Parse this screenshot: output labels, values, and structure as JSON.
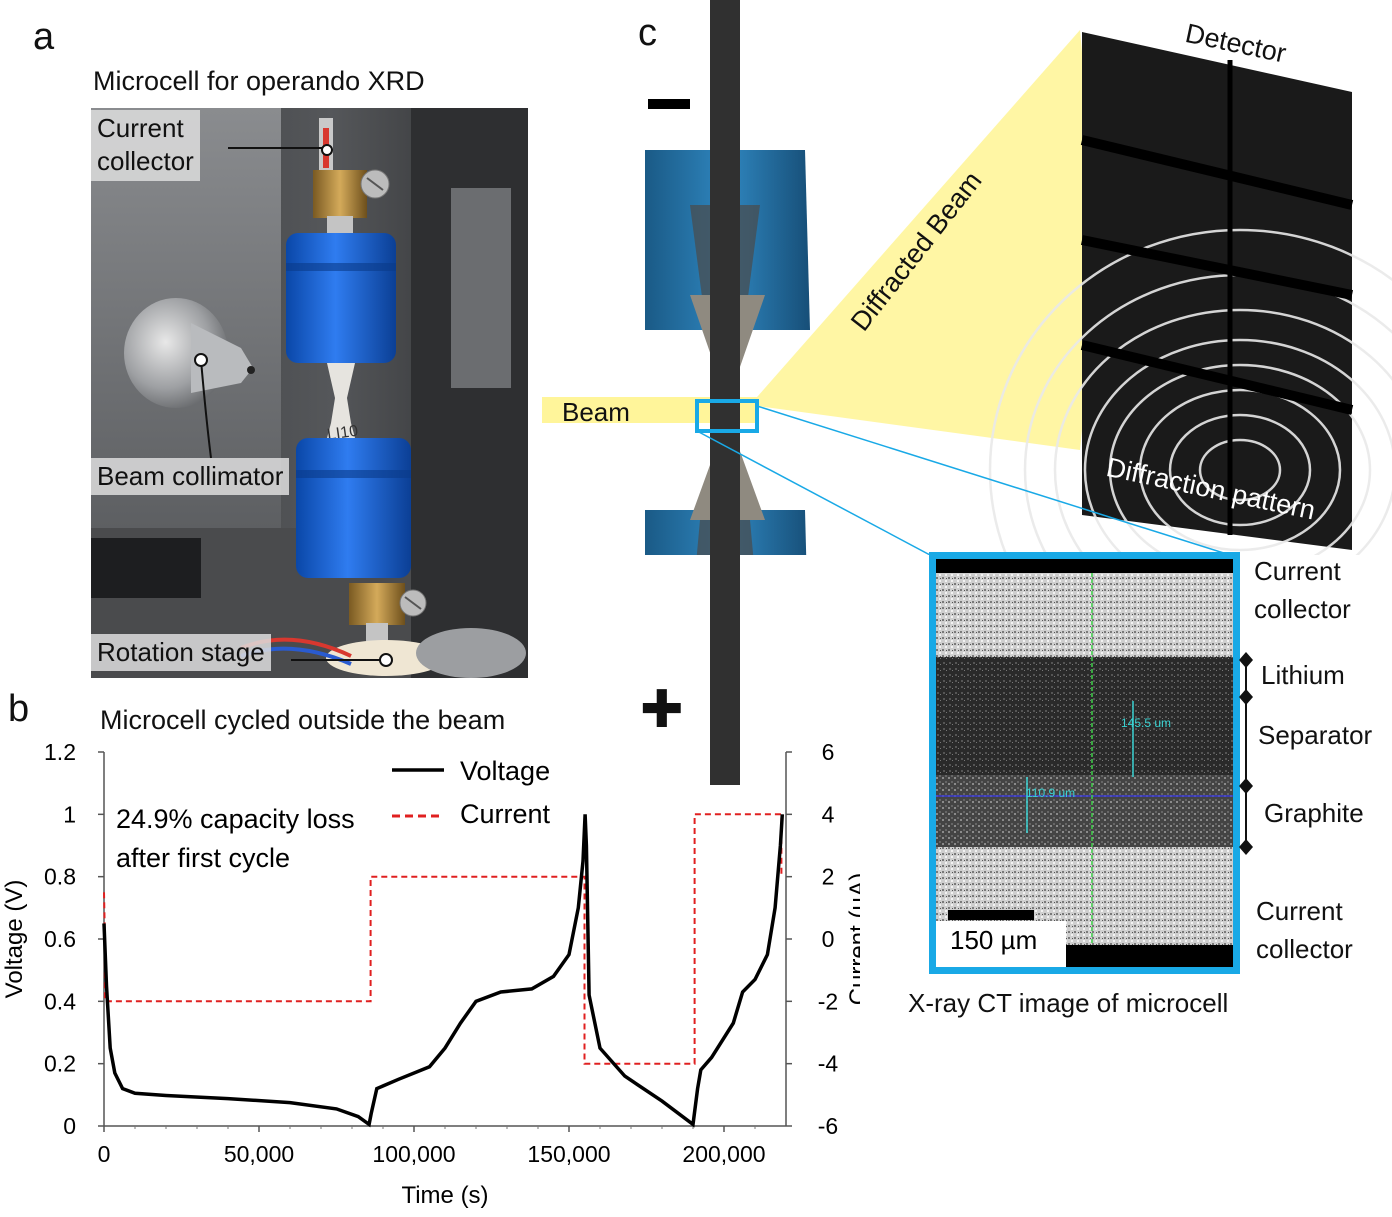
{
  "panel_a": {
    "letter": "a",
    "caption": "Microcell for operando XRD",
    "labels": {
      "current_collector_1": "Current",
      "current_collector_2": "collector",
      "beam_collimator": "Beam collimator",
      "rotation_stage": "Rotation stage"
    }
  },
  "panel_b": {
    "letter": "b",
    "caption": "Microcell cycled outside the beam",
    "annotation_1": "24.9% capacity loss",
    "annotation_2": "after first cycle",
    "legend": {
      "voltage": "Voltage",
      "current": "Current"
    },
    "colors": {
      "voltage": "#000000",
      "current": "#e02020"
    },
    "axes": {
      "x_label": "Time (s)",
      "y_left_label": "Voltage (V)",
      "y_right_label": "Current (µA)",
      "x_ticks": [
        "0",
        "50,000",
        "100,000",
        "150,000",
        "200,000"
      ],
      "y_left_ticks": [
        "0",
        "0.2",
        "0.4",
        "0.6",
        "0.8",
        "1",
        "1.2"
      ],
      "y_right_ticks": [
        "-6",
        "-4",
        "-2",
        "0",
        "2",
        "4",
        "6"
      ]
    }
  },
  "panel_c": {
    "letter": "c",
    "minus": "−",
    "plus": "✚",
    "beam": "Beam",
    "diffracted_beam": "Diffracted Beam",
    "detector": "Detector",
    "diffraction_pattern": "Diffraction pattern",
    "ct_caption": "X-ray CT image of microcell",
    "ct_scale_bar": "150 µm",
    "ct_measure_1": "145.5 um",
    "ct_measure_2": "110.9 um",
    "ct_labels": {
      "top_cc_1": "Current",
      "top_cc_2": "collector",
      "lithium": "Lithium",
      "separator": "Separator",
      "graphite": "Graphite",
      "bottom_cc_1": "Current",
      "bottom_cc_2": "collector"
    }
  },
  "chart_data": {
    "type": "line",
    "title": "Microcell cycled outside the beam",
    "xlabel": "Time (s)",
    "ylabel": "Voltage (V)",
    "y2label": "Current (µA)",
    "xlim": [
      0,
      220000
    ],
    "ylim": [
      0,
      1.2
    ],
    "y2lim": [
      -6,
      6
    ],
    "legend_position": "top-center",
    "grid": false,
    "series": [
      {
        "name": "Voltage",
        "axis": "left",
        "style": "solid",
        "x": [
          0,
          800,
          2000,
          3500,
          6000,
          10000,
          20000,
          40000,
          60000,
          75000,
          82000,
          85500,
          86200,
          88000,
          95000,
          105000,
          110000,
          115000,
          120000,
          128000,
          138000,
          145000,
          150000,
          153000,
          154500,
          155200,
          155600,
          156500,
          160000,
          168000,
          180000,
          190000,
          191500,
          192500,
          196000,
          203000,
          206000,
          210000,
          214000,
          216500,
          218200,
          218800
        ],
        "y": [
          0.65,
          0.45,
          0.25,
          0.17,
          0.12,
          0.105,
          0.098,
          0.088,
          0.075,
          0.055,
          0.03,
          0.005,
          0.04,
          0.12,
          0.15,
          0.19,
          0.25,
          0.33,
          0.4,
          0.43,
          0.44,
          0.48,
          0.55,
          0.7,
          0.85,
          1.0,
          0.9,
          0.42,
          0.25,
          0.16,
          0.08,
          0.005,
          0.12,
          0.18,
          0.22,
          0.33,
          0.43,
          0.47,
          0.55,
          0.7,
          0.9,
          1.0
        ]
      },
      {
        "name": "Current",
        "axis": "right",
        "style": "dashed",
        "x": [
          0,
          300,
          300,
          86000,
          86000,
          155000,
          155000,
          190500,
          190500,
          218500,
          218500
        ],
        "y": [
          1.5,
          0,
          -2,
          -2,
          2,
          2,
          -4,
          -4,
          4,
          4,
          2
        ]
      }
    ]
  }
}
